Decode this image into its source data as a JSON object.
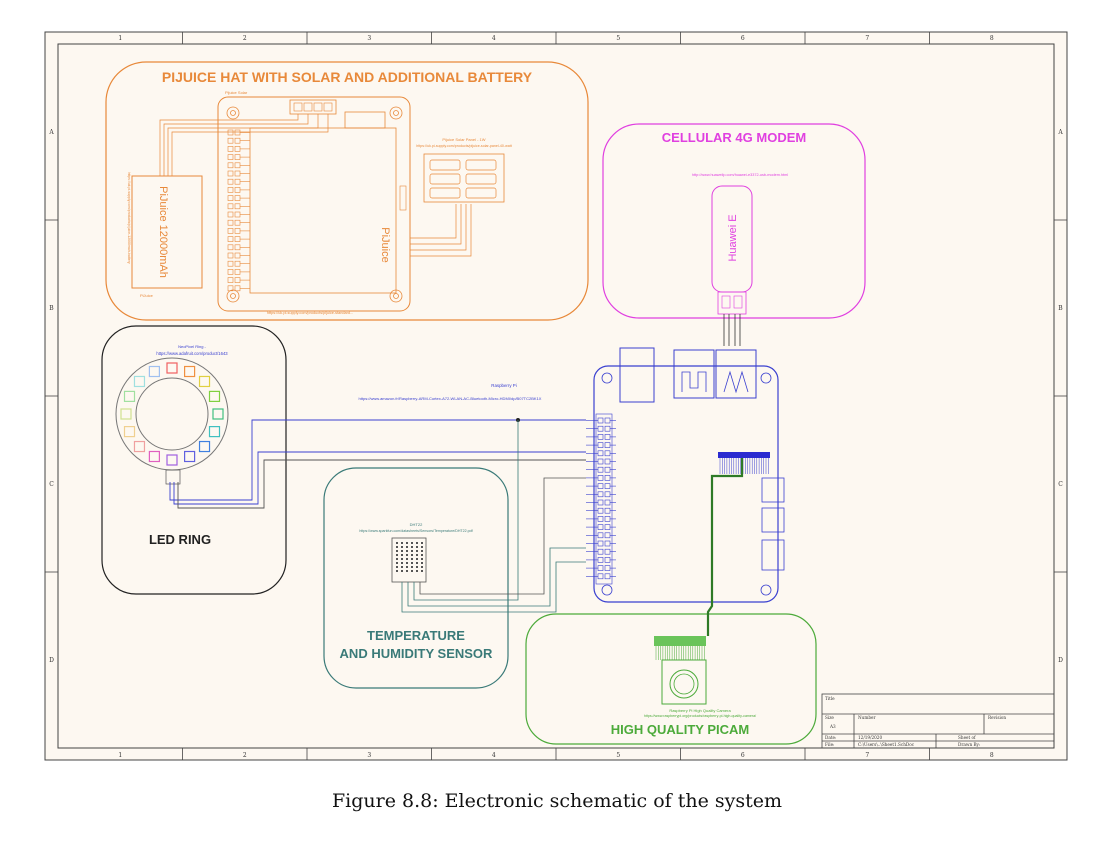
{
  "sheet": {
    "border_cols": [
      "1",
      "2",
      "3",
      "4",
      "5",
      "6",
      "7",
      "8"
    ],
    "border_rows": [
      "A",
      "B",
      "C",
      "D"
    ],
    "title_block": {
      "title_label": "Title",
      "size_label": "Size",
      "size_value": "A3",
      "number_label": "Number",
      "revision_label": "Revision",
      "date_label": "Date:",
      "date_value": "12/19/2020",
      "file_label": "File:",
      "file_value": "C:\\Users\\..\\Sheet1.SchDoc",
      "sheet_label": "Sheet   of",
      "drawn_label": "Drawn By:"
    }
  },
  "pijuice": {
    "title": "PIJUICE HAT WITH SOLAR AND ADDITIONAL BATTERY",
    "solar_label": "Pijuice Solar",
    "board_label": "PiJuice",
    "battery_label": "PiJuice 12000mAh",
    "battery_small": "PiJuice",
    "battery_link": "https://uk.pi-supply.com/products/pijuice-12000mah-battery",
    "panel_label": "Pijuice Solar Panel - 1W",
    "panel_link": "https://uk.pi-supply.com/products/pijuice-solar-panel-40-watt",
    "board_link": "https://uk.pi-supply.com/products/pijuice-standard..."
  },
  "modem": {
    "title": "CELLULAR 4G MODEM",
    "link": "http://www.huaweilp.com/huawei-e3372-usb-modem.html",
    "device_label": "Huawei E"
  },
  "led": {
    "title": "LED RING",
    "label": "NeoPixel Ring -",
    "link": "https://www.adafruit.com/product/1643"
  },
  "rpi": {
    "label": "Raspberry Pi",
    "link": "https://www.amazon.fr/Raspberry-ARM-Cortex-A72-WLAN-AC-Bluetooth-Micro-HDMI/dp/B07TC2BK1X"
  },
  "sensor": {
    "title_line1": "TEMPERATURE",
    "title_line2": "AND HUMIDITY SENSOR",
    "label": "DHT22",
    "link": "https://www.sparkfun.com/datasheets/Sensors/Temperature/DHT22.pdf"
  },
  "camera": {
    "title": "HIGH QUALITY PICAM",
    "label": "Raspberry Pi High Quality Camera",
    "link": "https://www.raspberrypi.org/products/raspberry-pi-high-quality-camera/"
  },
  "caption": "Figure 8.8: Electronic schematic of the system",
  "colors": {
    "pijuice": "#e8893a",
    "modem": "#e040e0",
    "led": "#222222",
    "rpi": "#3a40d0",
    "sensor": "#3a7a78",
    "camera": "#4caa3a",
    "paper": "#fdf8f1"
  }
}
